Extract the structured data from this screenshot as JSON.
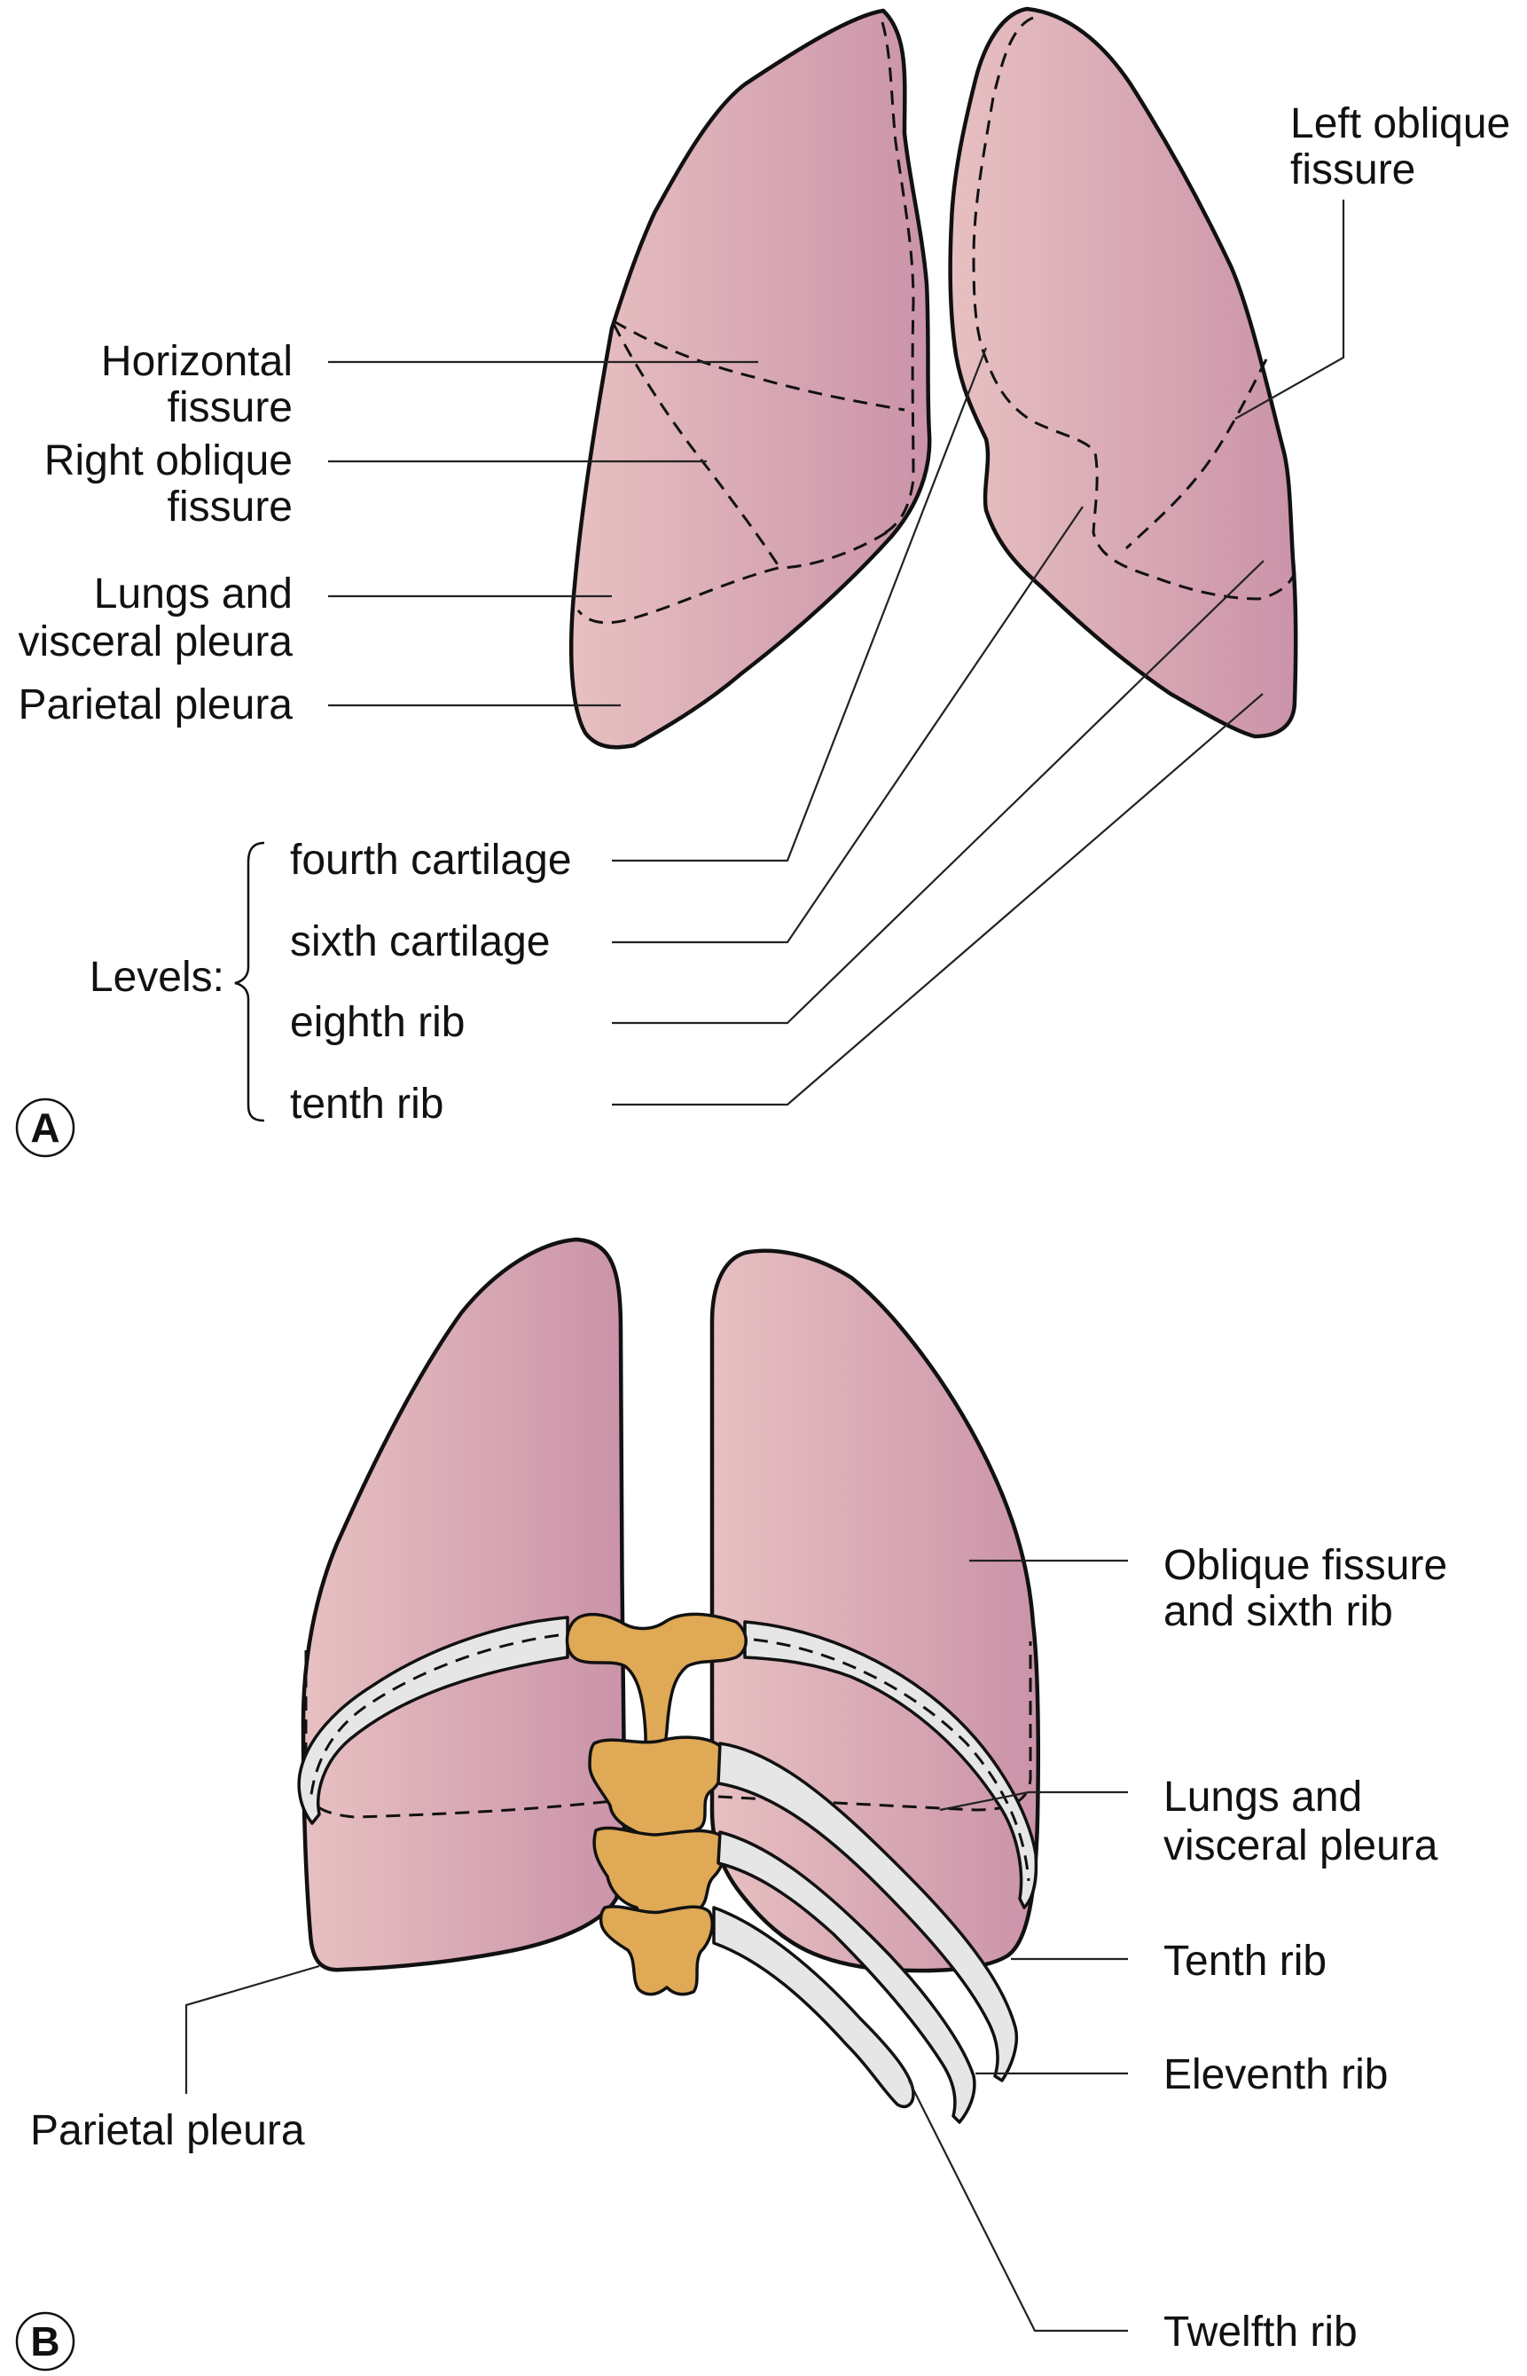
{
  "figure": {
    "panels": [
      {
        "id": "A",
        "label": "A",
        "labels": {
          "horizontal_fissure": [
            "Horizontal",
            "fissure"
          ],
          "right_oblique_fissure": [
            "Right oblique",
            "fissure"
          ],
          "lungs_visceral_pleura": [
            "Lungs and",
            "visceral pleura"
          ],
          "parietal_pleura": [
            "Parietal pleura"
          ],
          "left_oblique_fissure": [
            "Left oblique",
            "fissure"
          ]
        },
        "levels": {
          "title": "Levels:",
          "items": [
            "fourth cartilage",
            "sixth cartilage",
            "eighth rib",
            "tenth rib"
          ]
        }
      },
      {
        "id": "B",
        "label": "B",
        "labels": {
          "oblique_fissure_sixth_rib": [
            "Oblique fissure",
            "and sixth rib"
          ],
          "lungs_visceral_pleura": [
            "Lungs and",
            "visceral pleura"
          ],
          "tenth_rib": [
            "Tenth rib"
          ],
          "eleventh_rib": [
            "Eleventh rib"
          ],
          "twelfth_rib": [
            "Twelfth rib"
          ],
          "parietal_pleura": [
            "Parietal pleura"
          ]
        }
      }
    ]
  },
  "colors": {
    "lung_light": "#e7c0c1",
    "lung_dark": "#cb93a9",
    "vertebra": "#dfa955",
    "rib": "#e6e6e6",
    "ink": "#111111"
  }
}
